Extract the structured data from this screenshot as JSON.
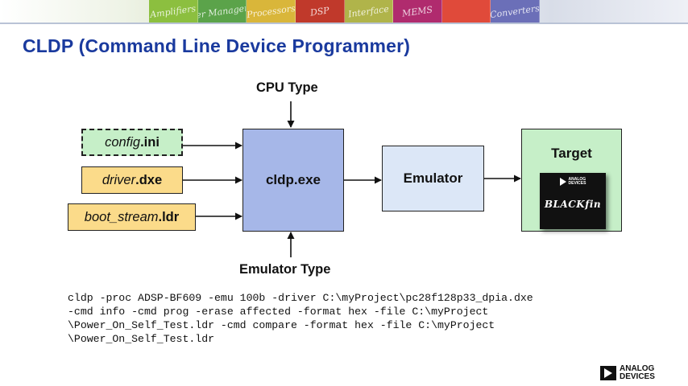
{
  "banner": {
    "tiles": [
      "Amplifiers",
      "Power Management",
      "Processors",
      "DSP",
      "Interface",
      "MEMS",
      "Converters"
    ],
    "tile_colors": [
      "#8cbf3f",
      "#5ba34a",
      "#d9b63a",
      "#c0392b",
      "#b0b44a",
      "#b02b6e",
      "#e04a3a",
      "#6b6fb8"
    ]
  },
  "slide": {
    "title": "CLDP (Command Line Device Programmer)"
  },
  "diagram": {
    "cpu_type_label": "CPU Type",
    "emulator_type_label": "Emulator Type",
    "inputs": [
      {
        "stem": "config",
        "ext": ".ini"
      },
      {
        "stem": "driver",
        "ext": ".dxe"
      },
      {
        "stem": "boot_stream",
        "ext": ".ldr"
      }
    ],
    "cldp_label": "cldp.exe",
    "emulator_label": "Emulator",
    "target_label": "Target",
    "chip": {
      "logo_line1": "ANALOG",
      "logo_line2": "DEVICES",
      "name": "BLACKfin"
    }
  },
  "command": {
    "lines": [
      "cldp -proc ADSP-BF609 -emu 100b -driver C:\\myProject\\pc28f128p33_dpia.dxe",
      "-cmd info -cmd prog -erase affected -format hex -file C:\\myProject",
      "\\Power_On_Self_Test.ldr -cmd compare -format hex -file C:\\myProject",
      "\\Power_On_Self_Test.ldr"
    ]
  },
  "footer": {
    "logo_line1": "ANALOG",
    "logo_line2": "DEVICES"
  },
  "colors": {
    "title": "#1a3a9e",
    "file_box": "#fbdb8a",
    "config_box": "#c6efc8",
    "cldp_box": "#a6b7e8",
    "emulator_box": "#dce7f7",
    "target_box": "#c6efc8"
  }
}
